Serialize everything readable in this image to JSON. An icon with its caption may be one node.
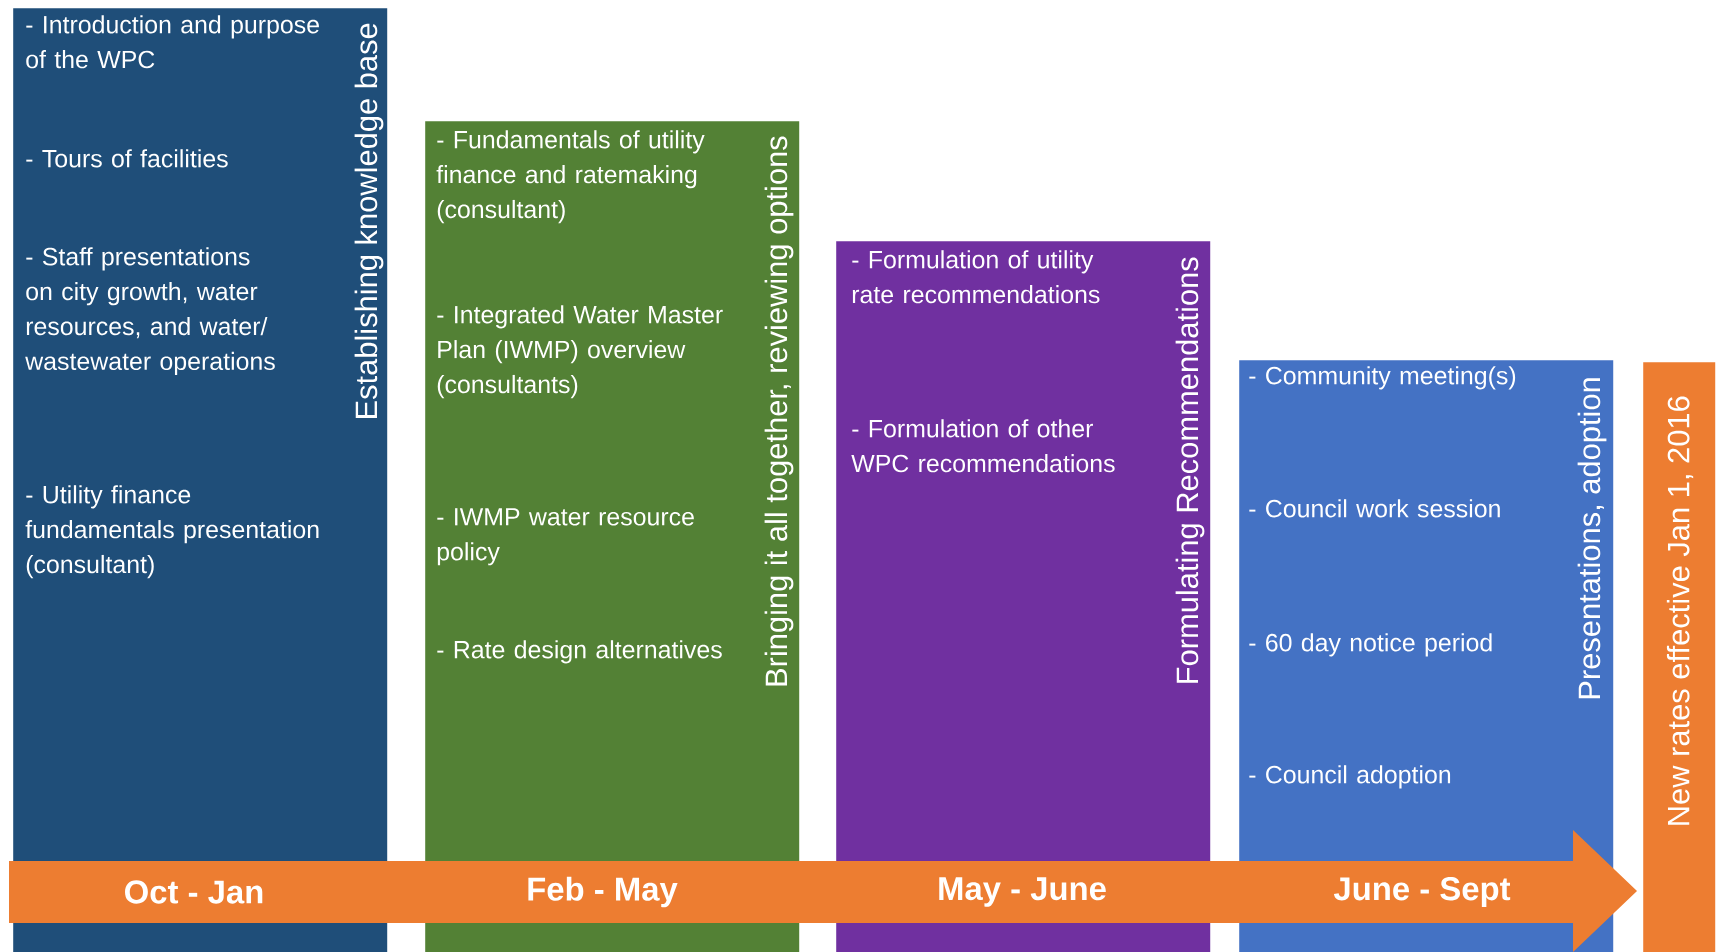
{
  "diagram": {
    "nodes": [
      {
        "text": [
          "Establishing knowledge base",
          "- Introduction and purpose of the WPC",
          "- Tours of facilities",
          "- Staff presentations on city growth, water resources, and water/ wastewater operations",
          "- Utility finance fundamentals presentation (consultant)"
        ]
      },
      {
        "text": [
          "Bringing it all together, reviewing options",
          "- Fundamentals of utility finance and ratemaking (consultant)",
          "- Integrated Water Master Plan (IWMP) overview (consultants)",
          "- IWMP water resource policy",
          "- Rate design alternatives"
        ]
      },
      {
        "text": [
          "Formulating Recommendations",
          "- Formulation of utility rate recommendations",
          "- Formulation of other WPC recommendations"
        ]
      },
      {
        "text": [
          "Presentations, adoption",
          "- Community meeting(s)",
          "- Council work session",
          "- 60 day notice period",
          "- Council adoption"
        ]
      },
      {
        "text": [
          "New rates effective Jan 1, 2016"
        ]
      },
      {
        "text": [
          "Oct - Jan",
          "Feb - May",
          "May - June",
          "June - Sept"
        ]
      }
    ]
  }
}
